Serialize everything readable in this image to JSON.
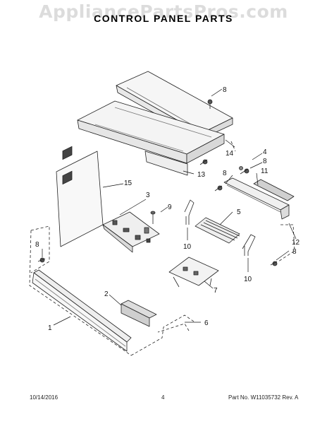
{
  "watermark": "AppliancePartsPros.com",
  "title": "CONTROL PANEL PARTS",
  "callouts": {
    "c1": "1",
    "c2": "2",
    "c3": "3",
    "c4": "4",
    "c5": "5",
    "c6": "6",
    "c7": "7",
    "c8a": "8",
    "c8b": "8",
    "c8c": "8",
    "c8d": "8",
    "c8e": "8",
    "c9": "9",
    "c10a": "10",
    "c10b": "10",
    "c11": "11",
    "c12": "12",
    "c13": "13",
    "c14": "14",
    "c15": "15"
  },
  "footer": {
    "date": "10/14/2016",
    "page": "4",
    "part": "Part No. W11035732  Rev. A"
  }
}
